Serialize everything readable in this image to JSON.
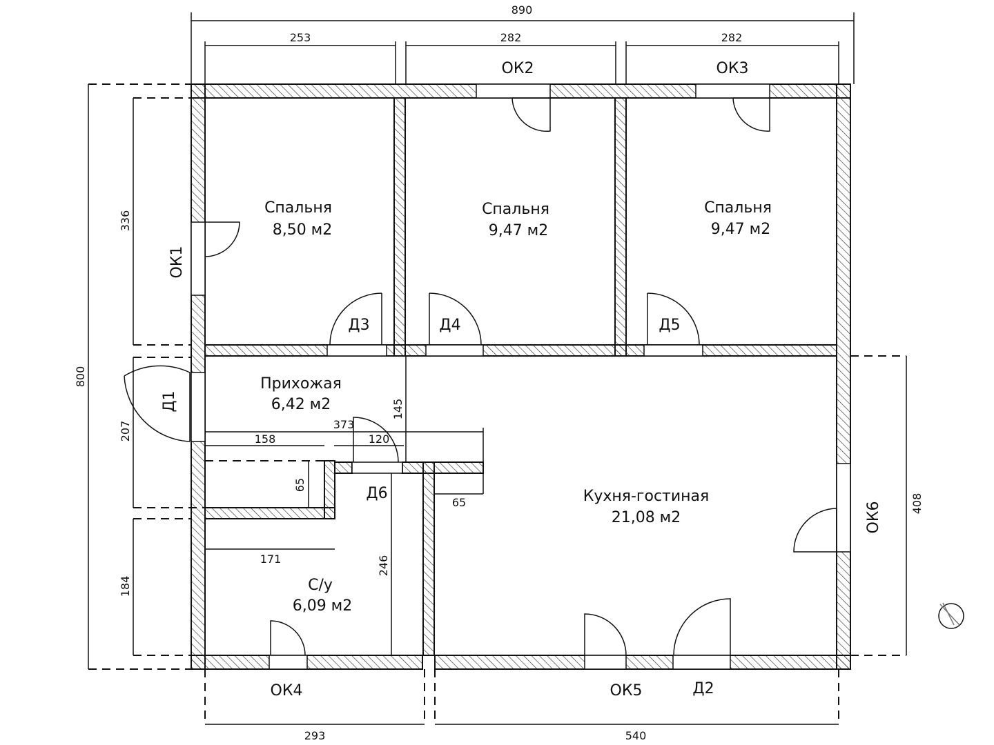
{
  "rooms": [
    {
      "name": "Спальня",
      "area": "8,50 м2"
    },
    {
      "name": "Спальня",
      "area": "9,47 м2"
    },
    {
      "name": "Спальня",
      "area": "9,47 м2"
    },
    {
      "name": "Прихожая",
      "area": "6,42 м2"
    },
    {
      "name": "Кухня-гостиная",
      "area": "21,08 м2"
    },
    {
      "name": "С/у",
      "area": "6,09 м2"
    }
  ],
  "openings": {
    "ok1": "ОК1",
    "ok2": "ОК2",
    "ok3": "ОК3",
    "ok4": "ОК4",
    "ok5": "ОК5",
    "ok6": "ОК6",
    "d1": "Д1",
    "d2": "Д2",
    "d3": "Д3",
    "d4": "Д4",
    "d5": "Д5",
    "d6": "Д6"
  },
  "dimensions": {
    "total_width": "890",
    "w1": "253",
    "w2": "282",
    "w3": "282",
    "total_height": "800",
    "h1": "336",
    "h2": "207",
    "h3": "184",
    "right": "408",
    "bottom1": "293",
    "bottom2": "540",
    "d373": "373",
    "d158": "158",
    "d120": "120",
    "d145": "145",
    "d65a": "65",
    "d65b": "65",
    "d171": "171",
    "d246": "246"
  }
}
